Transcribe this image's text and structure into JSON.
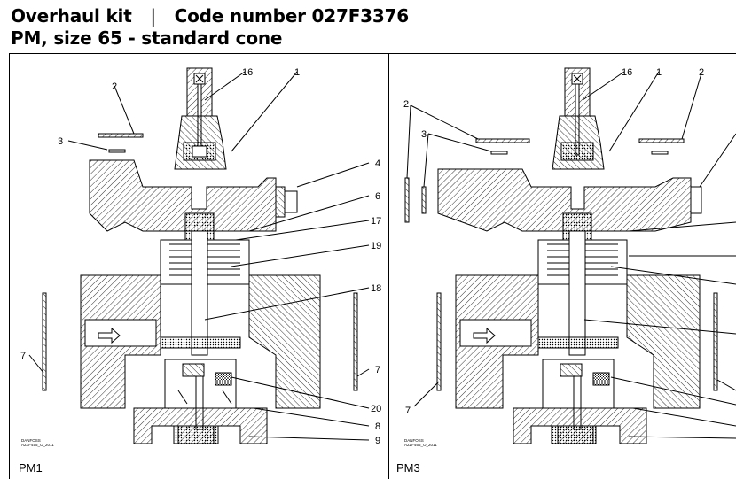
{
  "header": {
    "kit_label": "Overhaul kit",
    "separator": "|",
    "code_label": "Code number 027F3376",
    "subtitle": "PM, size 65 - standard cone"
  },
  "panels": [
    {
      "label": "PM1",
      "ref": "DANFOSS\nA2ZF455_O_2011",
      "callouts": [
        "16",
        "1",
        "2",
        "3",
        "4",
        "6",
        "17",
        "19",
        "18",
        "7",
        "7",
        "20",
        "8",
        "9"
      ]
    },
    {
      "label": "PM3",
      "ref": "DANFOSS\nA2ZF465_O_2011",
      "callouts": [
        "16",
        "1",
        "2",
        "2",
        "3",
        "7"
      ]
    }
  ],
  "colors": {
    "line": "#000000",
    "hatch": "#000000",
    "background": "#ffffff"
  }
}
